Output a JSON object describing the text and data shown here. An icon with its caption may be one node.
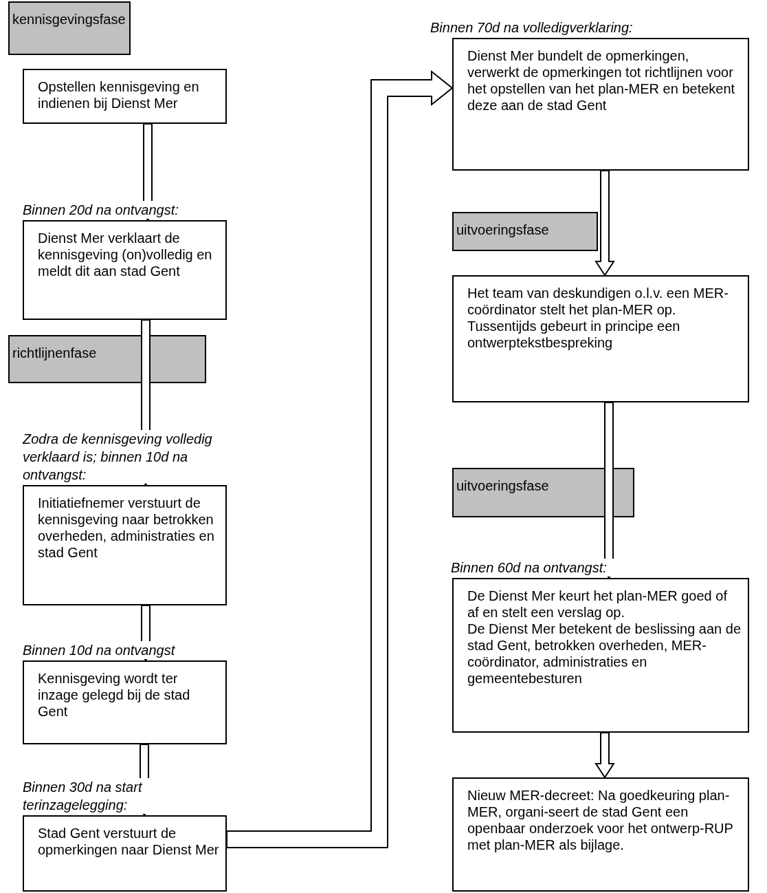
{
  "diagram": {
    "nodes": [
      {
        "text": [
          "kennisgevingsfase"
        ]
      },
      {
        "text": [
          "Opstellen kennisgeving en indienen bij Dienst Mer"
        ]
      },
      {
        "text": [
          "Dienst Mer verklaart de kennisgeving (on)volledig en meldt dit aan stad Gent"
        ],
        "beside": [
          "Binnen 20d na ontvangst:"
        ]
      },
      {
        "text": [
          "richtlijnenfase"
        ]
      },
      {
        "text": [
          "Initiatiefnemer verstuurt de kennisgeving naar betrokken overheden, administraties en stad Gent"
        ],
        "beside": [
          "Zodra de kennisgeving volledig verklaard is; binnen 10d na ontvangst:"
        ]
      },
      {
        "text": [
          "Kennisgeving wordt ter inzage gelegd bij de stad Gent"
        ],
        "beside": [
          "Binnen 10d na ontvangst"
        ]
      },
      {
        "text": [
          "Stad Gent verstuurt de opmerkingen naar Dienst Mer"
        ],
        "beside": [
          "Binnen 30d na start terinzagelegging:"
        ]
      },
      {
        "text": [
          "Dienst Mer bundelt de opmerkingen, verwerkt de opmerkingen tot richtlijnen voor het opstellen van het plan-MER en betekent deze aan de stad Gent"
        ],
        "beside": [
          "Binnen 70d na volledigverklaring:"
        ]
      },
      {
        "text": [
          "uitvoeringsfase"
        ]
      },
      {
        "text": [
          "Het team van deskundigen o.l.v. een MER-coördinator stelt het plan-MER op.",
          "Tussentijds gebeurt in principe een ontwerptekstbespreking"
        ]
      },
      {
        "text": [
          "uitvoeringsfase"
        ]
      },
      {
        "text": [
          "De Dienst Mer keurt het plan-MER goed of af en stelt een verslag op.",
          "De Dienst Mer betekent de beslissing aan de stad Gent, betrokken overheden, MER-coördinator, administraties en gemeentebesturen"
        ],
        "beside": [
          "Binnen 60d na ontvangst:"
        ]
      },
      {
        "text": [
          "Nieuw MER-decreet: Na goedkeuring plan-MER, organi-seert de stad Gent een openbaar onderzoek voor het ontwerp-RUP met plan-MER als bijlage."
        ]
      }
    ],
    "edges": [
      {
        "from": 1,
        "to": 2,
        "arrow": "to"
      },
      {
        "from": 2,
        "to": 4,
        "arrow": "to"
      },
      {
        "from": 4,
        "to": 5,
        "arrow": "to"
      },
      {
        "from": 5,
        "to": 6,
        "arrow": "to"
      },
      {
        "from": 6,
        "to": 7,
        "arrow": "to"
      },
      {
        "from": 7,
        "to": 9,
        "arrow": "to"
      },
      {
        "from": 9,
        "to": 11,
        "arrow": "to"
      },
      {
        "from": 11,
        "to": 12,
        "arrow": "to"
      }
    ]
  }
}
